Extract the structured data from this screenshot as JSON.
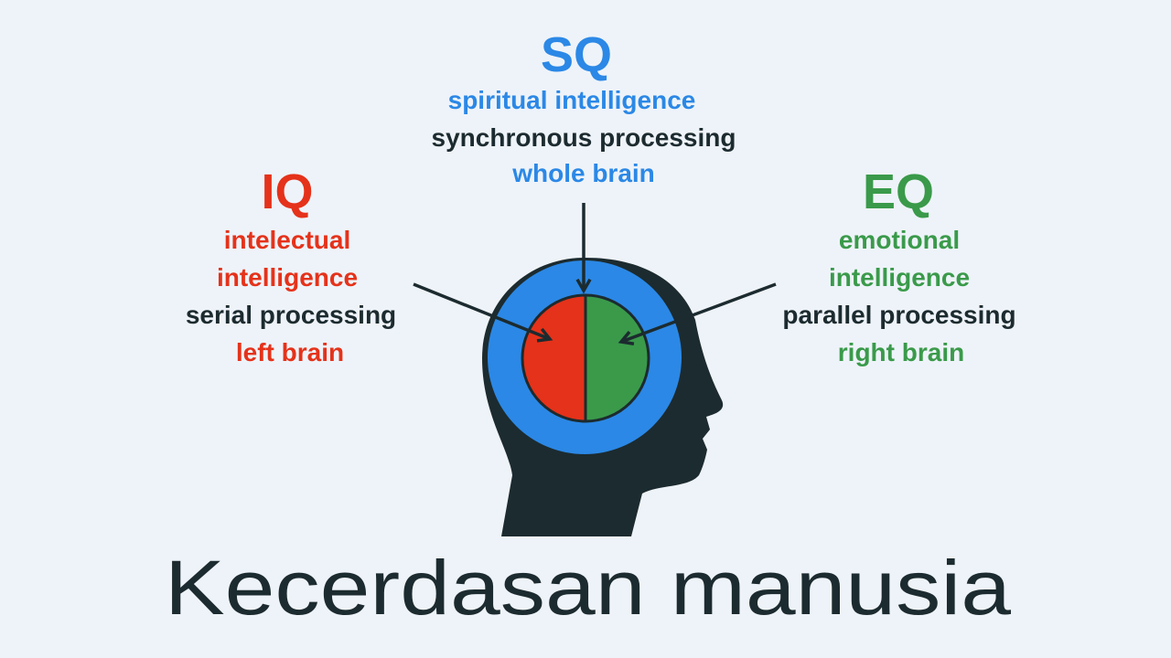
{
  "colors": {
    "background": "#eef3f9",
    "red": "#e5321a",
    "green": "#3a9a4a",
    "blue": "#2b88e6",
    "dark": "#1c2b2f"
  },
  "sq": {
    "heading": "SQ",
    "lines": [
      "spiritual intelligence",
      "synchronous processing",
      "whole brain"
    ]
  },
  "iq": {
    "heading": "IQ",
    "lines": [
      "intelectual",
      "intelligence",
      "serial processing",
      "left brain"
    ]
  },
  "eq": {
    "heading": "EQ",
    "lines": [
      "emotional",
      "intelligence",
      "parallel processing",
      "right brain"
    ]
  },
  "title": "Kecerdasan manusia"
}
